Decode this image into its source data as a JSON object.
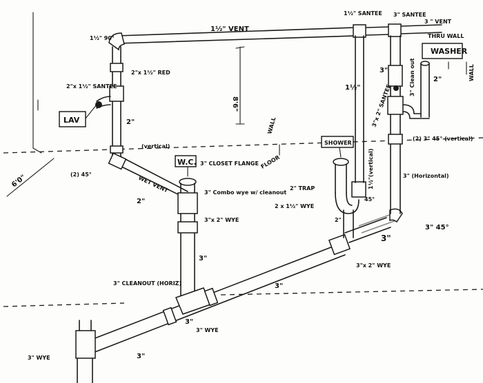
{
  "labels": {
    "vent_1_5": "1½\" VENT",
    "ell_90": "1½\" 90°",
    "santee_1_5": "1½\" SANTEE",
    "santee_3_top": "3\" SANTEE",
    "vent_3": "3 \" VENT",
    "thru_wall": "THRU WALL",
    "red_2x15": "2\"x 1½\" RED",
    "santee_2x15": "2\"x 1½\" SANTEE",
    "lav": "LAV",
    "dim_8_6": "8'6\"",
    "vert_1_5": "1½\"",
    "pipe_2_left": "2\"",
    "wall_mid": "WALL",
    "vertical_l": "(vertical)",
    "floor": "FLOOR",
    "wc": "W.C.",
    "closet_flange": "3\" CLOSET FLANGE",
    "combo_wye": "3\" Combo wye w/ cleanout",
    "wet_vent": "WET VENT",
    "pipe_2_wetvent": "2\"",
    "wye_3x2_a": "3\"x 2\" WYE",
    "pipe_3_a": "3\"",
    "two_45": "(2) 45°",
    "dim_6_0": "6'0\"",
    "shower": "SHOWER",
    "vertical_15": "1½\"(vertical)",
    "trap_2": "2\" TRAP",
    "wye_2x15": "2 x 1½\" WYE",
    "deg_45": "45°",
    "pipe_2_shower": "2\"",
    "washer": "WASHER",
    "pipe_2_washer": "2\"",
    "pipe_3_washer": "3\"",
    "cleanout_3": "3\" Clean out",
    "santee_3x2": "3\"x 2\" SANTEE",
    "wall_right": "WALL",
    "two_3_45_vert": "(2) 3\" 45° (vertical)",
    "horizontal_3": "3\" (Horizontal)",
    "three_45": "3\" 45°",
    "gray_3": "3\"",
    "wye_3x2_b": "3\"x 2\" WYE",
    "pipe_3_b": "3\"",
    "cleanout_horiz": "3\" CLEANOUT (HORIZ)",
    "wye_3_c": "3\" WYE",
    "pipe_3_c": "3\"",
    "wye_3_d": "3\" WYE",
    "pipe_3_d": "3\""
  }
}
